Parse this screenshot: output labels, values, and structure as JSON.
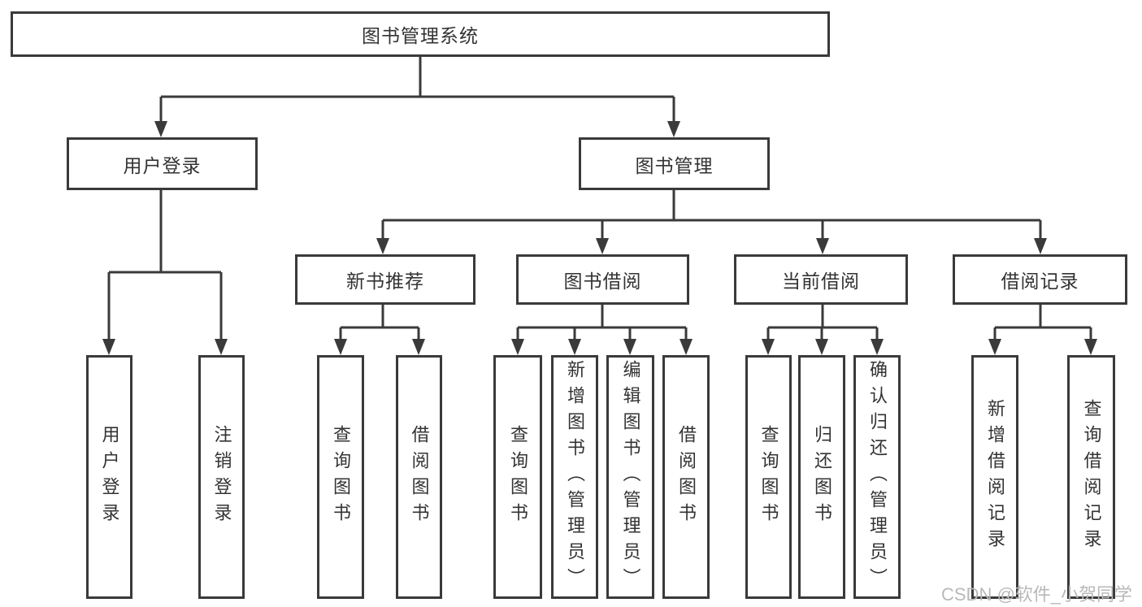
{
  "diagram": {
    "root": {
      "label": "图书管理系统"
    },
    "branches": [
      {
        "label": "用户登录",
        "children": [
          {
            "label": "用户登录"
          },
          {
            "label": "注销登录"
          }
        ]
      },
      {
        "label": "图书管理",
        "children": [
          {
            "label": "新书推荐",
            "children": [
              {
                "label": "查询图书"
              },
              {
                "label": "借阅图书"
              }
            ]
          },
          {
            "label": "图书借阅",
            "children": [
              {
                "label": "查询图书"
              },
              {
                "label": "新增图书（管理员）"
              },
              {
                "label": "编辑图书（管理员）"
              },
              {
                "label": "借阅图书"
              }
            ]
          },
          {
            "label": "当前借阅",
            "children": [
              {
                "label": "查询图书"
              },
              {
                "label": "归还图书"
              },
              {
                "label": "确认归还（管理员）"
              }
            ]
          },
          {
            "label": "借阅记录",
            "children": [
              {
                "label": "新增借阅记录"
              },
              {
                "label": "查询借阅记录"
              }
            ]
          }
        ]
      }
    ],
    "colors": {
      "line": "#3a3a3a",
      "text": "#333333",
      "background": "#ffffff"
    }
  },
  "watermark": {
    "text": "CSDN @软件_小贺同学",
    "color": "#b9b9b9"
  }
}
